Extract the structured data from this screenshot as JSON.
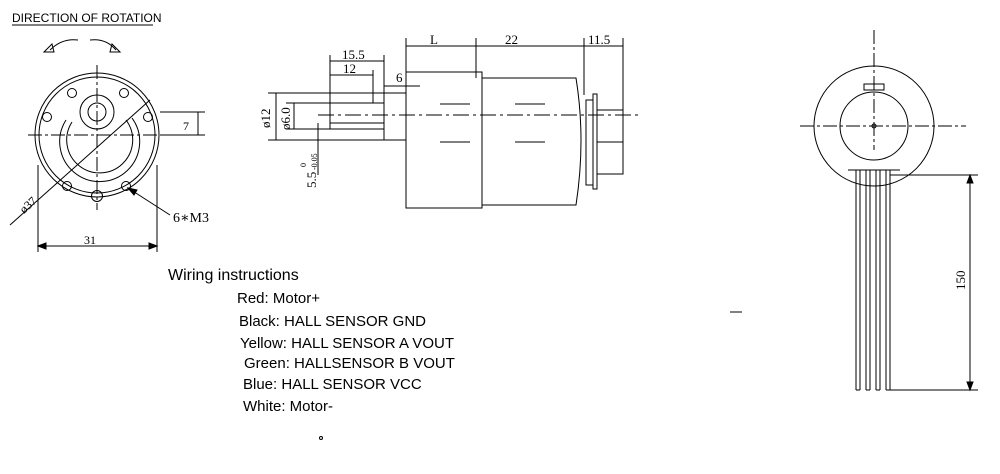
{
  "header": {
    "title": "DIRECTION OF ROTATION"
  },
  "front_view": {
    "dia_label": "ø37",
    "width_label": "31",
    "offset_label": "7",
    "holes_label": "6∗M3"
  },
  "side_view": {
    "dim_L": "L",
    "dim_22": "22",
    "dim_11_5": "11.5",
    "dim_15_5": "15.5",
    "dim_12": "12",
    "dim_6": "6",
    "dia12": "ø12",
    "dia6": "ø6.0",
    "flat_base": "5.5",
    "flat_tol_upper": "0",
    "flat_tol_lower": "-0.05"
  },
  "end_view": {
    "cable_length": "150"
  },
  "wiring": {
    "title": "Wiring instructions",
    "lines": [
      "Red: Motor+",
      "Black: HALL SENSOR GND",
      "Yellow: HALL SENSOR A VOUT",
      "Green: HALLSENSOR B VOUT",
      "Blue: HALL SENSOR VCC",
      "White: Motor-"
    ]
  }
}
